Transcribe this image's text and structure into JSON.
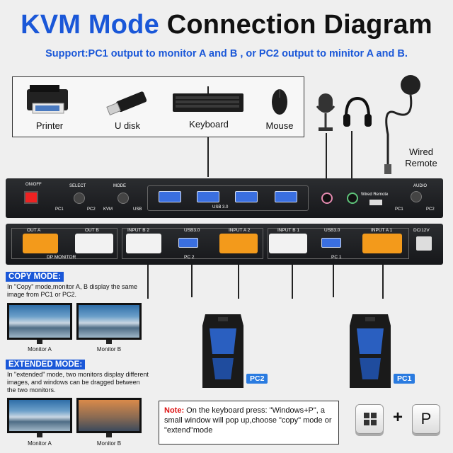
{
  "header": {
    "title_part1": "KVM Mode",
    "title_part2": "Connection Diagram",
    "subtitle": "Support:PC1 output to monitor A and B , or PC2 output to minitor A and B."
  },
  "peripherals": {
    "printer": "Printer",
    "udisk": "U disk",
    "keyboard": "Keyboard",
    "mouse": "Mouse",
    "wired_remote": "Wired\nRemote"
  },
  "front_panel": {
    "onoff": "ON/OFF",
    "select": "SELECT",
    "mode": "MODE",
    "pc1": "PC1",
    "pc2": "PC2",
    "kvm": "KVM",
    "usb": "USB",
    "usb30": "USB 3.0",
    "wired_remote": "Wired Remote",
    "audio": "AUDIO",
    "audio_pc1": "PC1",
    "audio_pc2": "PC2"
  },
  "back_panel": {
    "out_a": "OUT A",
    "out_b": "OUT B",
    "dp_monitor": "DP MONITOR",
    "input_b2": "INPUT B 2",
    "usb30_a": "USB3.0",
    "input_a2": "INPUT A 2",
    "pc2": "PC 2",
    "input_b1": "INPUT B 1",
    "usb30_b": "USB3.0",
    "input_a1": "INPUT A 1",
    "pc1": "PC 1",
    "dc": "DC/12V"
  },
  "copy_mode": {
    "title": "COPY MODE:",
    "text": "In \"Copy\" mode,monitor A, B display the same image from PC1 or PC2.",
    "monitor_a": "Monitor A",
    "monitor_b": "Monitor B"
  },
  "extended_mode": {
    "title": "EXTENDED MODE:",
    "text": "In \"extended\" mode, two monitors display different images, and windows can be dragged between the two monitors.",
    "monitor_a": "Monitor A",
    "monitor_b": "Monitor B"
  },
  "computers": {
    "pc2": "PC2",
    "pc1": "PC1"
  },
  "note": {
    "label": "Note:",
    "text": " On the keyboard press: \"Windows+P\", a small window will pop up,choose \"copy\" mode or \"extend\"mode"
  },
  "keys": {
    "plus": "+",
    "p_key": "P"
  },
  "colors": {
    "accent_blue": "#1a57d8",
    "port_orange": "#f39a1b",
    "note_red": "#dd1111"
  }
}
